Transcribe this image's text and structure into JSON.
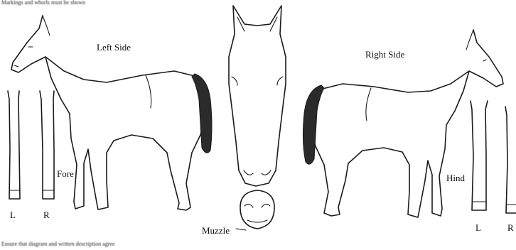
{
  "header_text": "Markings and whorls must be shown",
  "footer_text": "Ensure that diagram and written description agree",
  "labels": {
    "left_side": "Left Side",
    "right_side": "Right Side",
    "fore": "Fore",
    "hind": "Hind",
    "muzzle": "Muzzle",
    "fore_left": "L",
    "fore_right": "R",
    "hind_left": "L",
    "hind_right": "R"
  }
}
